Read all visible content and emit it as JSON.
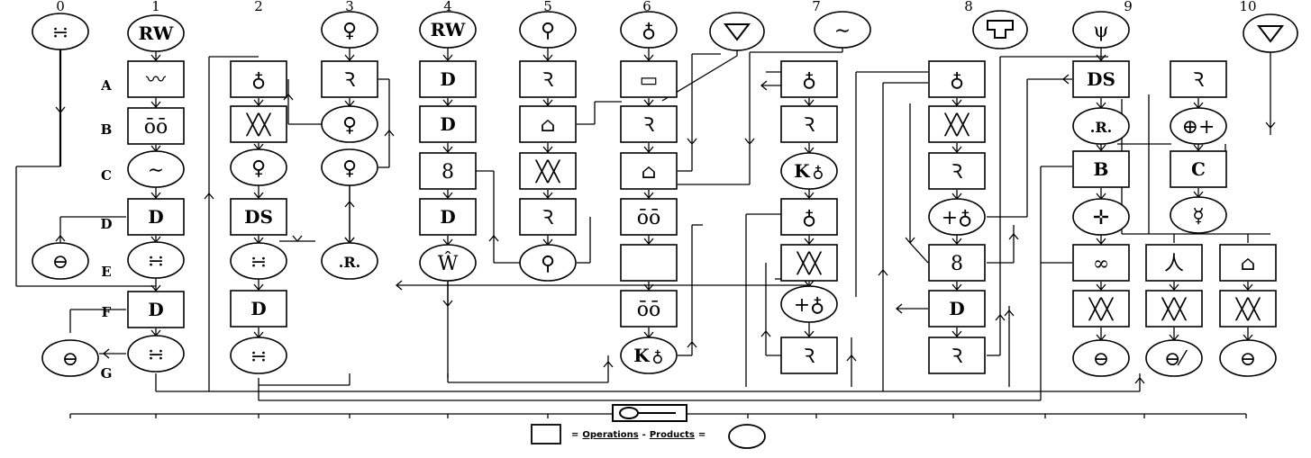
{
  "column_numbers": [
    "0",
    "1",
    "2",
    "3",
    "4",
    "5",
    "6",
    "4",
    "5",
    "6",
    "7",
    "8",
    "9",
    "10"
  ],
  "row_labels": [
    "A",
    "B",
    "C",
    "D",
    "E",
    "F",
    "G"
  ],
  "nodes": [
    {
      "shape": "circle",
      "icon": "cross-dots-icon"
    },
    {
      "shape": "circle",
      "label": "RW"
    },
    {
      "shape": "box",
      "icon": "zigzag-icon"
    },
    {
      "shape": "box",
      "icon": "double-o-icon"
    },
    {
      "shape": "circle",
      "icon": "tilde-icon"
    },
    {
      "shape": "box",
      "label": "D"
    },
    {
      "shape": "circle",
      "icon": "cross-dots-icon"
    },
    {
      "shape": "box",
      "label": "D"
    },
    {
      "shape": "circle",
      "icon": "cross-dots-icon"
    },
    {
      "shape": "circle",
      "icon": "theta-icon"
    },
    {
      "shape": "circle",
      "icon": "theta-icon"
    },
    {
      "shape": "box",
      "icon": "flask-icon"
    },
    {
      "shape": "box",
      "icon": "double-x-icon"
    },
    {
      "shape": "circle",
      "icon": "venus-icon"
    },
    {
      "shape": "box",
      "label": "DS"
    },
    {
      "shape": "circle",
      "icon": "cross-dots-icon"
    },
    {
      "shape": "box",
      "label": "D"
    },
    {
      "shape": "circle",
      "icon": "cross-dots-icon"
    },
    {
      "shape": "circle",
      "icon": "venus-icon"
    },
    {
      "shape": "box",
      "icon": "curl-icon"
    },
    {
      "shape": "circle",
      "icon": "venus-icon"
    },
    {
      "shape": "circle",
      "icon": "venus-icon"
    },
    {
      "shape": "circle",
      "label": ".R."
    },
    {
      "shape": "circle",
      "label": "RW"
    },
    {
      "shape": "box",
      "label": "D"
    },
    {
      "shape": "box",
      "label": "D"
    },
    {
      "shape": "box",
      "icon": "eight-icon"
    },
    {
      "shape": "box",
      "label": "D"
    },
    {
      "shape": "circle",
      "icon": "w-icon"
    },
    {
      "shape": "circle",
      "icon": "box-cross-icon"
    },
    {
      "shape": "box",
      "icon": "curl-icon"
    },
    {
      "shape": "box",
      "icon": "house-icon"
    },
    {
      "shape": "box",
      "icon": "double-x-icon"
    },
    {
      "shape": "box",
      "icon": "curl-icon"
    },
    {
      "shape": "circle",
      "icon": "box-cross-icon"
    },
    {
      "shape": "circle",
      "icon": "cross-circle-icon"
    },
    {
      "shape": "box",
      "icon": "rect-flag-icon"
    },
    {
      "shape": "box",
      "icon": "curl-icon"
    },
    {
      "shape": "box",
      "icon": "house-icon"
    },
    {
      "shape": "box",
      "icon": "double-o-icon"
    },
    {
      "shape": "box",
      "icon": "smile-icon"
    },
    {
      "shape": "box",
      "icon": "double-o-icon"
    },
    {
      "shape": "circle",
      "label": "K",
      "icon": "cross-circle-icon"
    },
    {
      "shape": "circle",
      "icon": "tilde-icon"
    },
    {
      "shape": "box",
      "icon": "flask-icon"
    },
    {
      "shape": "box",
      "icon": "curl-icon"
    },
    {
      "shape": "circle",
      "label": "K",
      "icon": "cross-circle-icon"
    },
    {
      "shape": "box",
      "icon": "flask-icon"
    },
    {
      "shape": "box",
      "icon": "double-x-icon"
    },
    {
      "shape": "circle",
      "icon": "plus-cross-circle-icon"
    },
    {
      "shape": "box",
      "icon": "curl-icon"
    },
    {
      "shape": "box",
      "icon": "flask-icon"
    },
    {
      "shape": "box",
      "icon": "double-x-icon"
    },
    {
      "shape": "box",
      "icon": "curl-icon"
    },
    {
      "shape": "circle",
      "icon": "plus-cross-circle-icon"
    },
    {
      "shape": "box",
      "icon": "eight-icon"
    },
    {
      "shape": "box",
      "label": "D"
    },
    {
      "shape": "box",
      "icon": "curl-icon"
    },
    {
      "shape": "circle",
      "icon": "psi-icon"
    },
    {
      "shape": "box",
      "label": "DS"
    },
    {
      "shape": "circle",
      "label": ".R."
    },
    {
      "shape": "box",
      "label": "B"
    },
    {
      "shape": "circle",
      "icon": "plus-dots-icon"
    },
    {
      "shape": "box",
      "icon": "infinity-arrow-icon"
    },
    {
      "shape": "box",
      "icon": "double-x-icon"
    },
    {
      "shape": "circle",
      "icon": "theta-icon"
    },
    {
      "shape": "box",
      "icon": "curl-icon"
    },
    {
      "shape": "circle",
      "icon": "circle-plus-icon"
    },
    {
      "shape": "box",
      "label": "C"
    },
    {
      "shape": "circle",
      "icon": "mercury-icon"
    },
    {
      "shape": "box",
      "icon": "fork-icon"
    },
    {
      "shape": "box",
      "icon": "double-x-icon"
    },
    {
      "shape": "circle",
      "icon": "theta-wave-icon"
    },
    {
      "shape": "box",
      "icon": "house-icon"
    },
    {
      "shape": "box",
      "icon": "double-x-icon"
    },
    {
      "shape": "circle",
      "icon": "theta-icon"
    },
    {
      "shape": "triangle",
      "icon": "triangle-down-icon"
    },
    {
      "shape": "triangle",
      "icon": "triangle-down-icon"
    },
    {
      "shape": "trapezoid",
      "icon": "trapezoid-icon"
    }
  ],
  "key_icon": "key-icon",
  "legend": {
    "equals1": "=",
    "operations": "Operations",
    "dash": "-",
    "products": "Products",
    "equals2": "="
  }
}
